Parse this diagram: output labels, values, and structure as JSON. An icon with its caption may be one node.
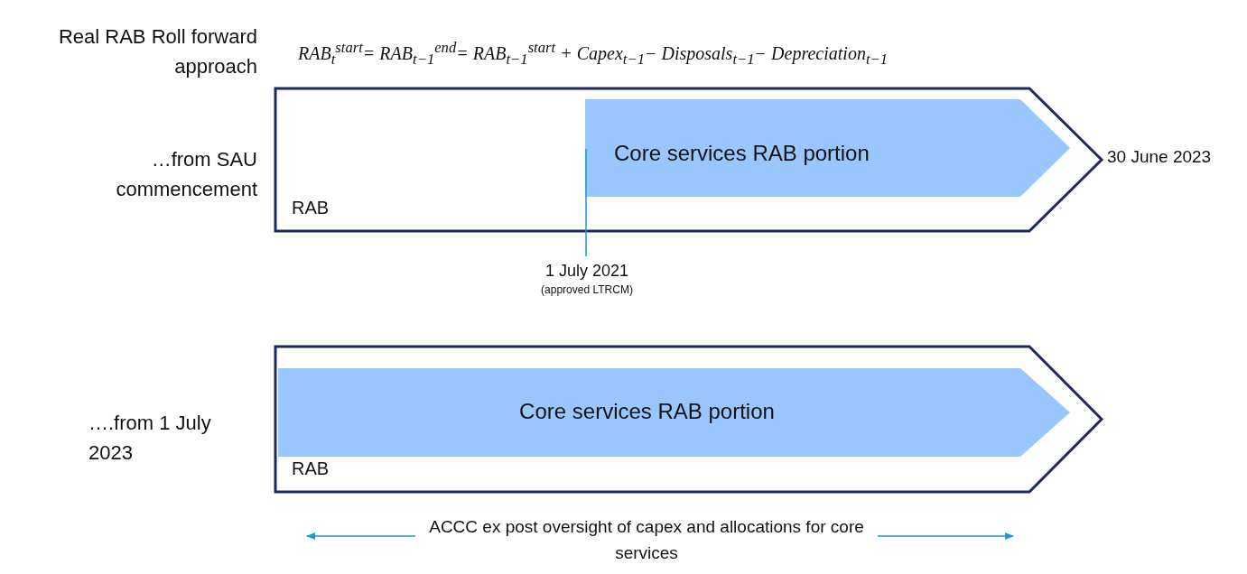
{
  "diagram": {
    "nodes": [
      {
        "text": [
          "RAB"
        ]
      },
      {
        "text": [
          "Core services RAB portion"
        ],
        "in": 0
      },
      {
        "text": [
          "RAB"
        ]
      },
      {
        "text": [
          "Core services RAB portion"
        ],
        "in": 2
      },
      {
        "text": [
          "1 July 2021",
          "(approved LTRCM)"
        ]
      }
    ],
    "edges": [
      {
        "from": 4,
        "to": 1,
        "arrow": "none"
      }
    ],
    "labels": [
      "Real RAB Roll forward approach",
      "RAB$_{t}$$^{start}$= RAB$_{t−1}$$^{end}$= RAB$_{t−1}$$^{start}$ + Capex$_{t−1}$− Disposals$_{t−1}$− Depreciation$_{t−1}$",
      "…from SAU commencement",
      "30 June 2023",
      "….from 1 July 2023",
      "ACCC ex post oversight of capex and allocations for core services"
    ]
  }
}
